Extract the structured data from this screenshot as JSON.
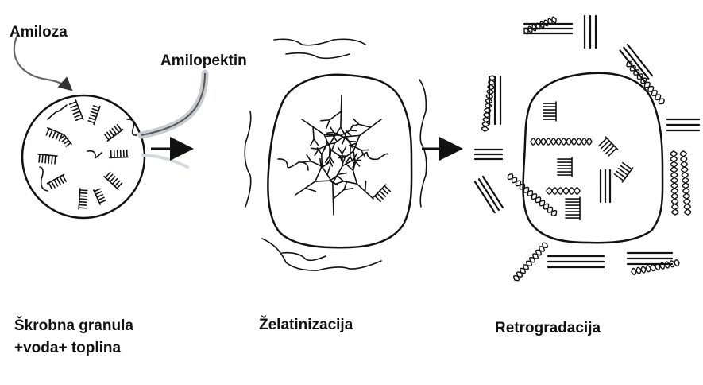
{
  "labels": {
    "amylose": "Amiloza",
    "amylopectin": "Amilopektin"
  },
  "stages": [
    {
      "id": "granule",
      "caption_lines": [
        "Škrobna granula",
        "+voda+ toplina"
      ]
    },
    {
      "id": "gelatinization",
      "caption_lines": [
        "Želatinizacija"
      ]
    },
    {
      "id": "retrogradation",
      "caption_lines": [
        "Retrogradacija"
      ]
    }
  ],
  "colors": {
    "ink": "#111111",
    "pointer_dark": "#444444",
    "pointer_light": "#c8ccd2",
    "background": "#ffffff"
  },
  "icons": [
    "arrow-right-icon",
    "arrow-right-icon"
  ]
}
